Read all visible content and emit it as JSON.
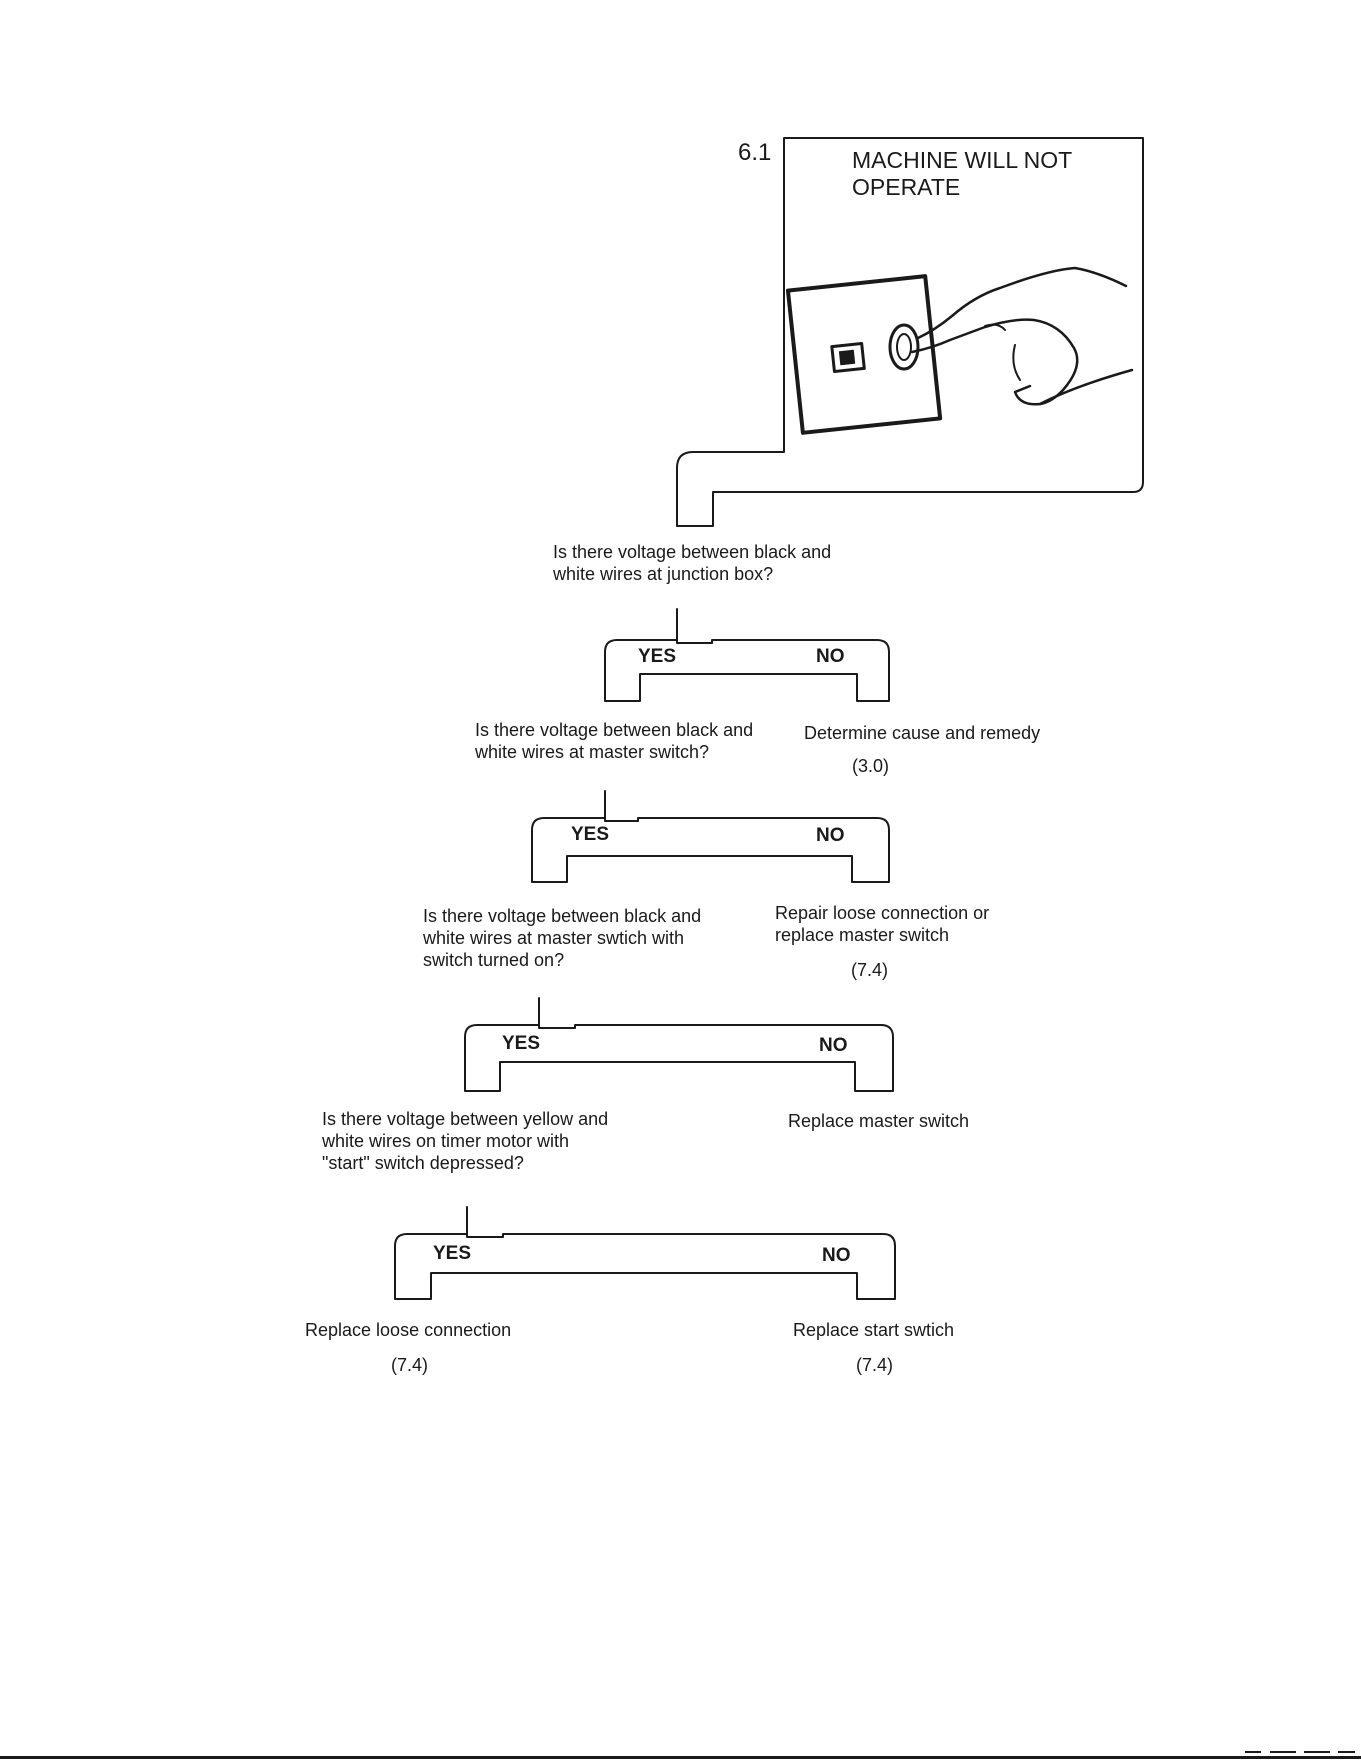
{
  "section_number": "6.1",
  "title": {
    "line1": "MACHINE WILL NOT",
    "line2": "OPERATE"
  },
  "steps": [
    {
      "question": [
        "Is there voltage between black and",
        "white wires at junction box?"
      ],
      "yes_label": "YES",
      "no_label": "NO",
      "no_action": [
        "Determine cause and remedy"
      ],
      "no_ref": "(3.0)"
    },
    {
      "question": [
        "Is there voltage between black and",
        "white wires at master switch?"
      ],
      "yes_label": "YES",
      "no_label": "NO",
      "no_action": [
        "Repair loose connection or",
        "replace master switch"
      ],
      "no_ref": "(7.4)"
    },
    {
      "question": [
        "Is there voltage between black and",
        "white wires at master swtich with",
        "switch turned on?"
      ],
      "yes_label": "YES",
      "no_label": "NO",
      "no_action": [
        "Replace master switch"
      ]
    },
    {
      "question": [
        "Is there voltage between yellow and",
        "white wires on timer motor with",
        "\"start\" switch depressed?"
      ],
      "yes_label": "YES",
      "no_label": "NO",
      "yes_action": "Replace loose connection",
      "yes_ref": "(7.4)",
      "no_action": [
        "Replace start swtich"
      ],
      "no_ref": "(7.4)"
    }
  ],
  "icons": {
    "illustration": "hand-pressing-switch-icon"
  }
}
